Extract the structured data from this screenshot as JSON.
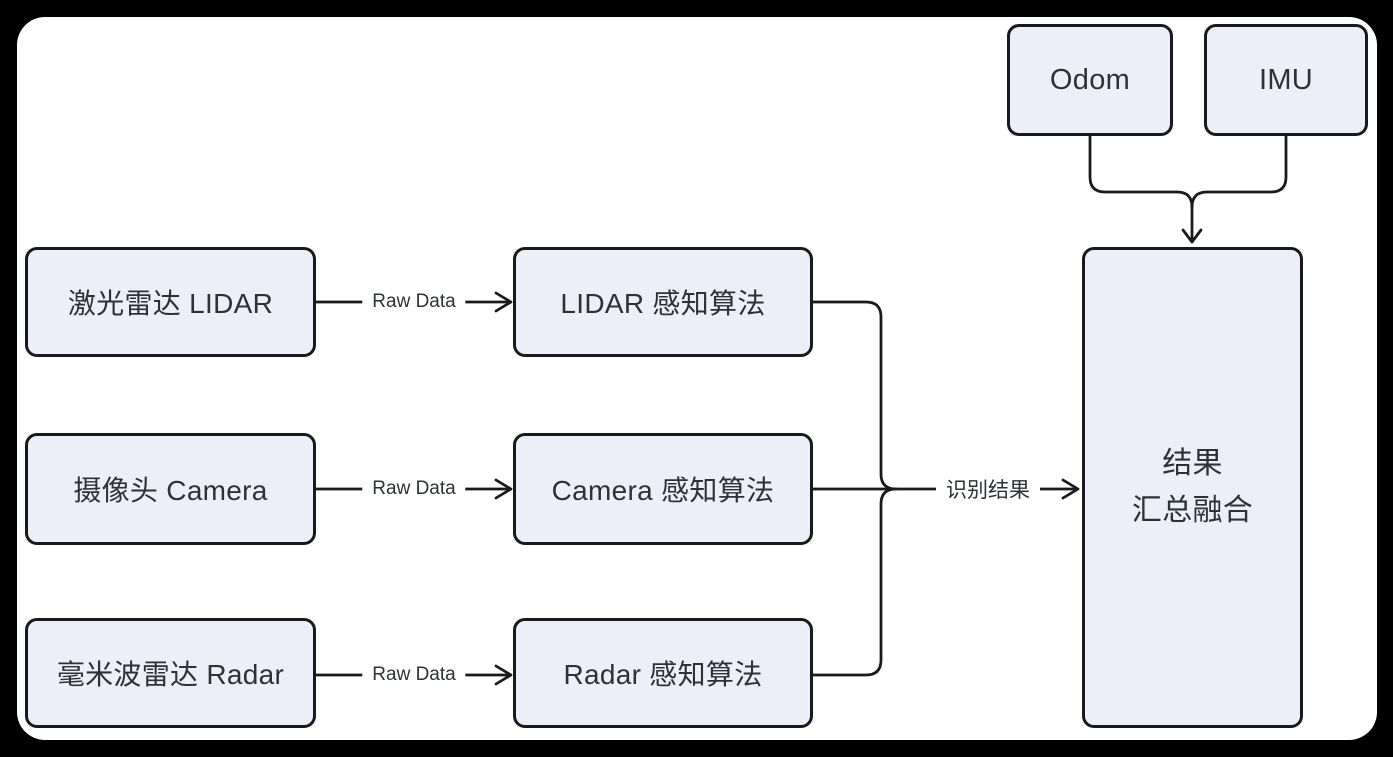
{
  "diagram": {
    "sensors": [
      {
        "label": "激光雷达 LIDAR"
      },
      {
        "label": "摄像头 Camera"
      },
      {
        "label": "毫米波雷达 Radar"
      }
    ],
    "algorithms": [
      {
        "label": "LIDAR 感知算法"
      },
      {
        "label": "Camera 感知算法"
      },
      {
        "label": "Radar 感知算法"
      }
    ],
    "pose_sources": [
      {
        "label": "Odom"
      },
      {
        "label": "IMU"
      }
    ],
    "fusion": {
      "label_line1": "结果",
      "label_line2": "汇总融合"
    },
    "edge_labels": {
      "raw_data": "Raw Data",
      "recognition_result": "识别结果"
    },
    "colors": {
      "node_fill": "#ECEEF8",
      "node_border": "#1A1A1A",
      "connector": "#1A1A1A",
      "text": "#2E3238",
      "canvas_background": "#FFFFFF",
      "frame_background": "#000000"
    }
  }
}
